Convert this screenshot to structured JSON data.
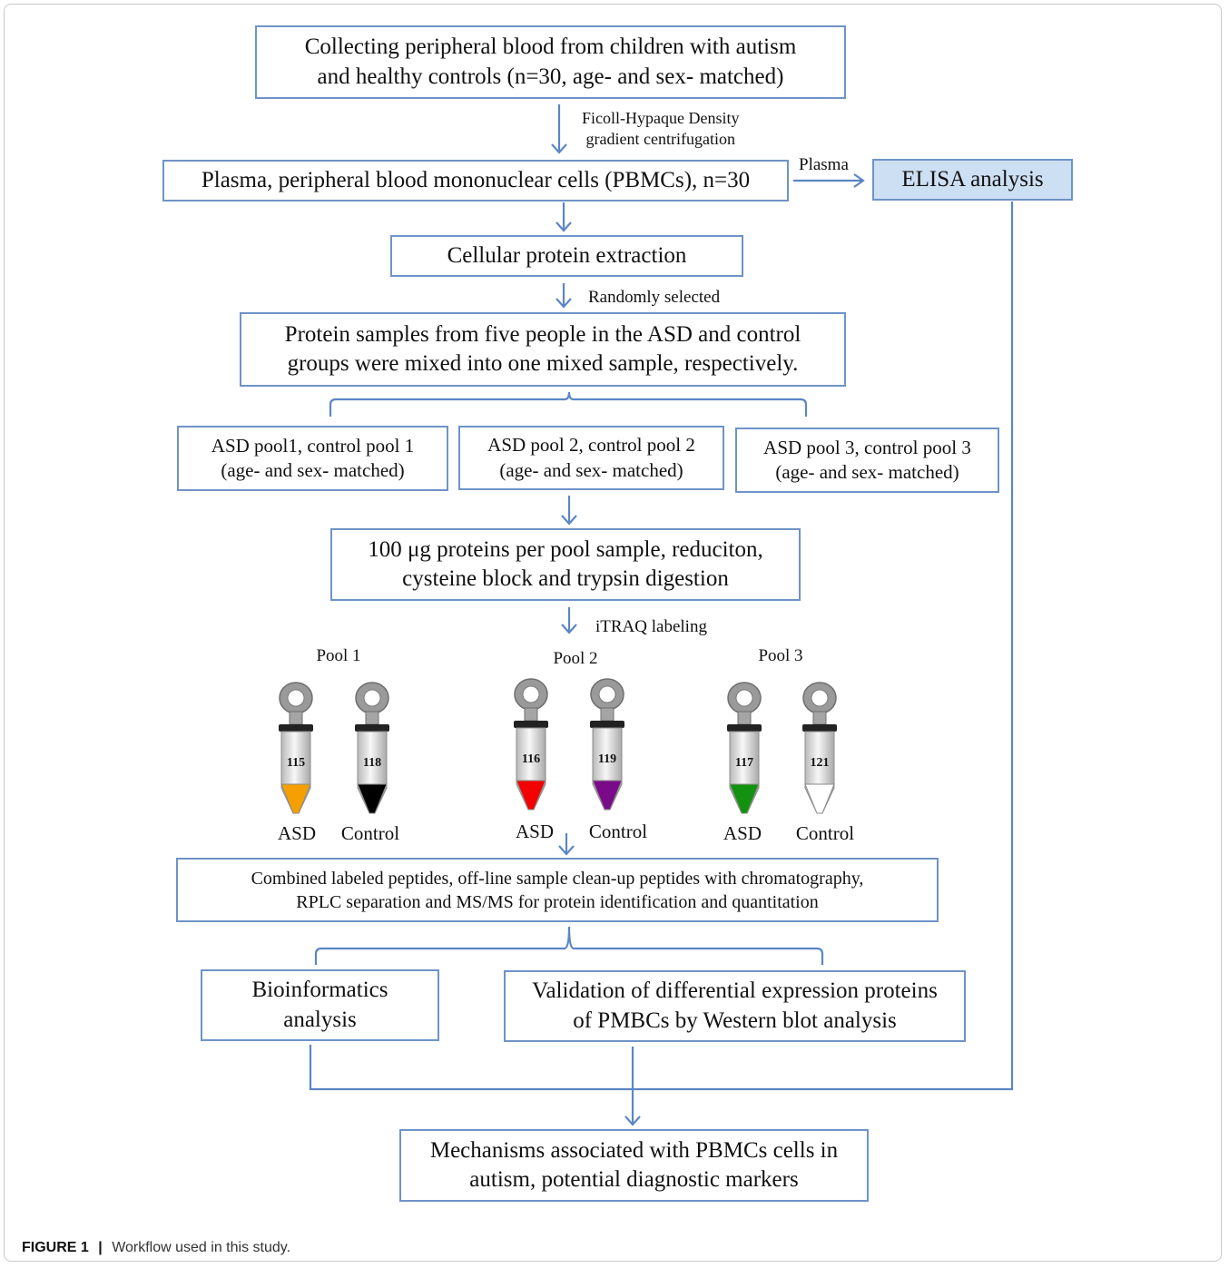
{
  "steps": {
    "collect": [
      "Collecting peripheral blood from children with autism",
      "and healthy controls (n=30, age- and sex- matched)"
    ],
    "plasma": "Plasma, peripheral blood mononuclear cells (PBMCs), n=30",
    "elisa": "ELISA analysis",
    "extraction": "Cellular protein extraction",
    "mixing": [
      "Protein samples from five people in the ASD and control",
      "groups were mixed into one mixed sample, respectively."
    ],
    "pools": [
      [
        "ASD pool1, control pool 1",
        "(age- and sex- matched)"
      ],
      [
        "ASD pool 2, control pool 2",
        "(age- and sex- matched)"
      ],
      [
        "ASD pool 3, control pool 3",
        "(age- and sex- matched)"
      ]
    ],
    "digestion": [
      "100 μg proteins per pool sample, reduciton,",
      "cysteine block and trypsin digestion"
    ],
    "combined": [
      "Combined labeled peptides, off-line sample clean-up peptides with chromatography,",
      "RPLC separation and MS/MS for protein identification and quantitation"
    ],
    "bioinformatics": [
      "Bioinformatics",
      "analysis"
    ],
    "validation": [
      "Validation of differential expression proteins",
      "of PMBCs by Western blot analysis"
    ],
    "mechanisms": [
      "Mechanisms associated with PBMCs cells in",
      "autism, potential diagnostic markers"
    ]
  },
  "edge_labels": {
    "ficoll": [
      "Ficoll-Hypaque Density",
      "gradient centrifugation"
    ],
    "plasma_arrow": "Plasma",
    "random": "Randomly selected",
    "itraq": "iTRAQ labeling"
  },
  "labeling": {
    "pools": [
      {
        "title": "Pool 1",
        "tubes": [
          {
            "number": "115",
            "label": "ASD",
            "color": "#f5a000"
          },
          {
            "number": "118",
            "label": "Control",
            "color": "#000000"
          }
        ]
      },
      {
        "title": "Pool 2",
        "tubes": [
          {
            "number": "116",
            "label": "ASD",
            "color": "#f40000"
          },
          {
            "number": "119",
            "label": "Control",
            "color": "#7a0a8a"
          }
        ]
      },
      {
        "title": "Pool 3",
        "tubes": [
          {
            "number": "117",
            "label": "ASD",
            "color": "#12920e"
          },
          {
            "number": "121",
            "label": "Control",
            "color": "#ffffff"
          }
        ]
      }
    ]
  },
  "colors": {
    "line": "#5b86c4",
    "box_border": "#6f93c8",
    "highlight_fill": "#cddff2"
  },
  "caption": {
    "label": "FIGURE 1",
    "separator": "|",
    "text": "Workflow used in this study."
  }
}
